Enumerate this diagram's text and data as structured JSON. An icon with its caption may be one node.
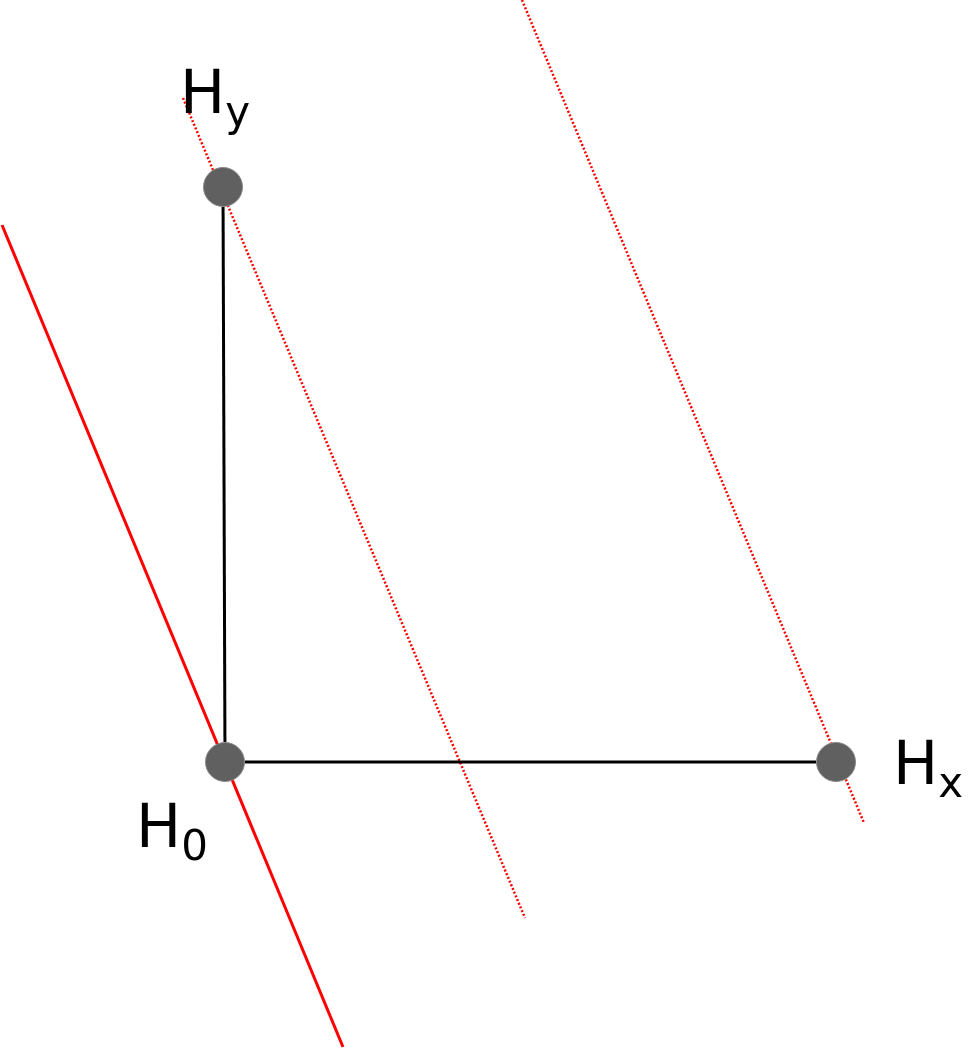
{
  "diagram": {
    "nodes": [
      {
        "text": [],
        "shape": "circle",
        "beside": [
          "H$_{y}$"
        ]
      },
      {
        "text": [],
        "shape": "circle",
        "beside": [
          "H$_{0}$"
        ]
      },
      {
        "text": [],
        "shape": "circle",
        "beside": [
          "H$_{x}$"
        ]
      }
    ],
    "edges": [
      {
        "from": 0,
        "to": 1,
        "arrow": "none"
      },
      {
        "from": 1,
        "to": 2,
        "arrow": "none"
      }
    ]
  }
}
